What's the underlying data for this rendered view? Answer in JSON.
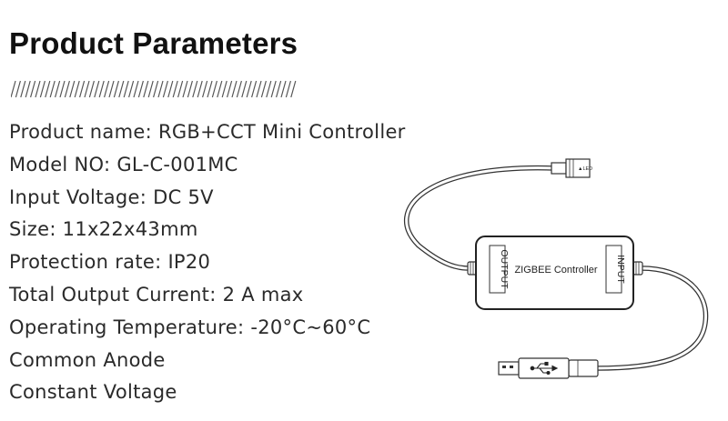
{
  "page": {
    "title": "Product Parameters"
  },
  "parameters": [
    {
      "label": "Product name",
      "value": "RGB+CCT Mini Controller"
    },
    {
      "label": "Model NO",
      "value": "GL-C-001MC"
    },
    {
      "label": "Input Voltage",
      "value": "DC 5V"
    },
    {
      "label": "Size",
      "value": "11x22x43mm"
    },
    {
      "label": "Protection rate",
      "value": "IP20"
    },
    {
      "label": "Total Output Current",
      "value": "2 A max"
    },
    {
      "label": "Operating Temperature",
      "value": "-20°C~60°C"
    },
    {
      "label": "Common Anode",
      "value": ""
    },
    {
      "label": "Constant Voltage",
      "value": ""
    }
  ],
  "diagram": {
    "controller_label": "ZIGBEE Controller",
    "output_label": "OUTPUT",
    "input_label": "INPUT",
    "led_connector_label": "▲LED",
    "usb_icon": "usb-icon"
  },
  "colors": {
    "text": "#2a2a2a",
    "title": "#111111",
    "line": "#333333"
  }
}
